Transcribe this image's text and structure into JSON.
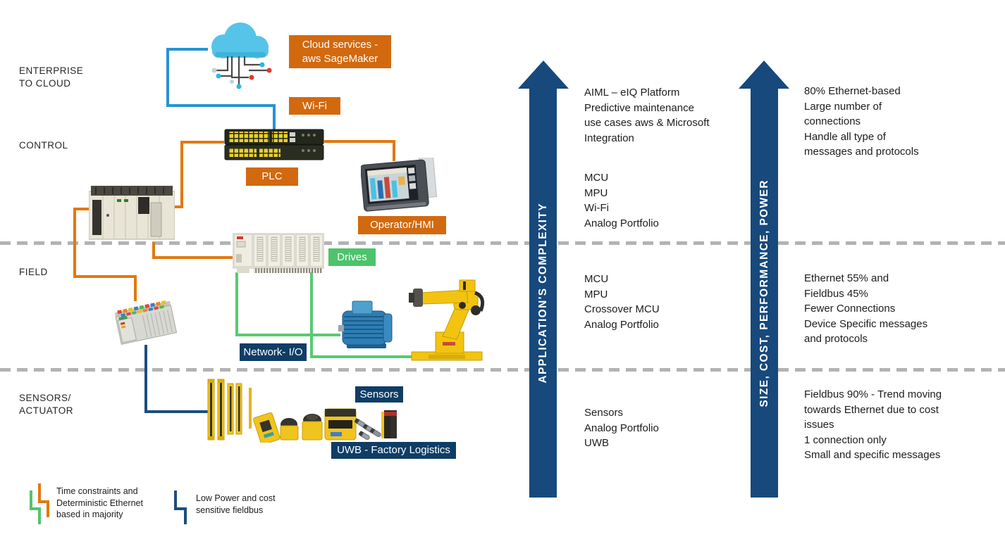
{
  "levels": [
    {
      "label": "ENTERPRISE\nTO CLOUD"
    },
    {
      "label": "CONTROL"
    },
    {
      "label": "FIELD"
    },
    {
      "label": "SENSORS/\nACTUATOR"
    }
  ],
  "tags": {
    "cloud_services": "Cloud services -\naws SageMaker",
    "wifi": "Wi-Fi",
    "plc": "PLC",
    "operator_hmi": "Operator/HMI",
    "drives": "Drives",
    "network_io": "Network- I/O",
    "sensors": "Sensors",
    "uwb": "UWB - Factory Logistics"
  },
  "arrows": [
    {
      "label": "APPLICATION'S COMPLEXITY"
    },
    {
      "label": "SIZE, COST, PERFORMANCE, POWER"
    }
  ],
  "annotations": {
    "enterprise_left": "AIML – eIQ Platform\nPredictive maintenance\nuse cases aws & Microsoft\nIntegration",
    "control_left": "MCU\nMPU\nWi-Fi\nAnalog Portfolio",
    "field_left": "MCU\nMPU\nCrossover MCU\nAnalog Portfolio",
    "sensor_left": "Sensors\nAnalog Portfolio\nUWB",
    "enterprise_right": "80% Ethernet-based\nLarge number of\nconnections\nHandle all type of\nmessages and protocols",
    "field_right": "Ethernet 55% and\nFieldbus 45%\nFewer Connections\nDevice Specific messages\nand protocols",
    "sensor_right": "Fieldbus 90% - Trend moving\ntowards Ethernet due to cost\nissues\n1 connection only\nSmall and specific messages"
  },
  "legend": [
    {
      "label": "Time constraints and\nDeterministic Ethernet\nbased in majority"
    },
    {
      "label": "Low Power and cost\nsensitive fieldbus"
    }
  ],
  "colors": {
    "orange": "#D2690E",
    "orange_line": "#E2790F",
    "navy_box": "#0E3D66",
    "arrow_navy": "#17497C",
    "navy_line": "#1C4E7E",
    "green": "#4DC36B",
    "green_line": "#57CB72",
    "blue_line": "#2793D2",
    "divider_gray": "#B3B3B3"
  }
}
